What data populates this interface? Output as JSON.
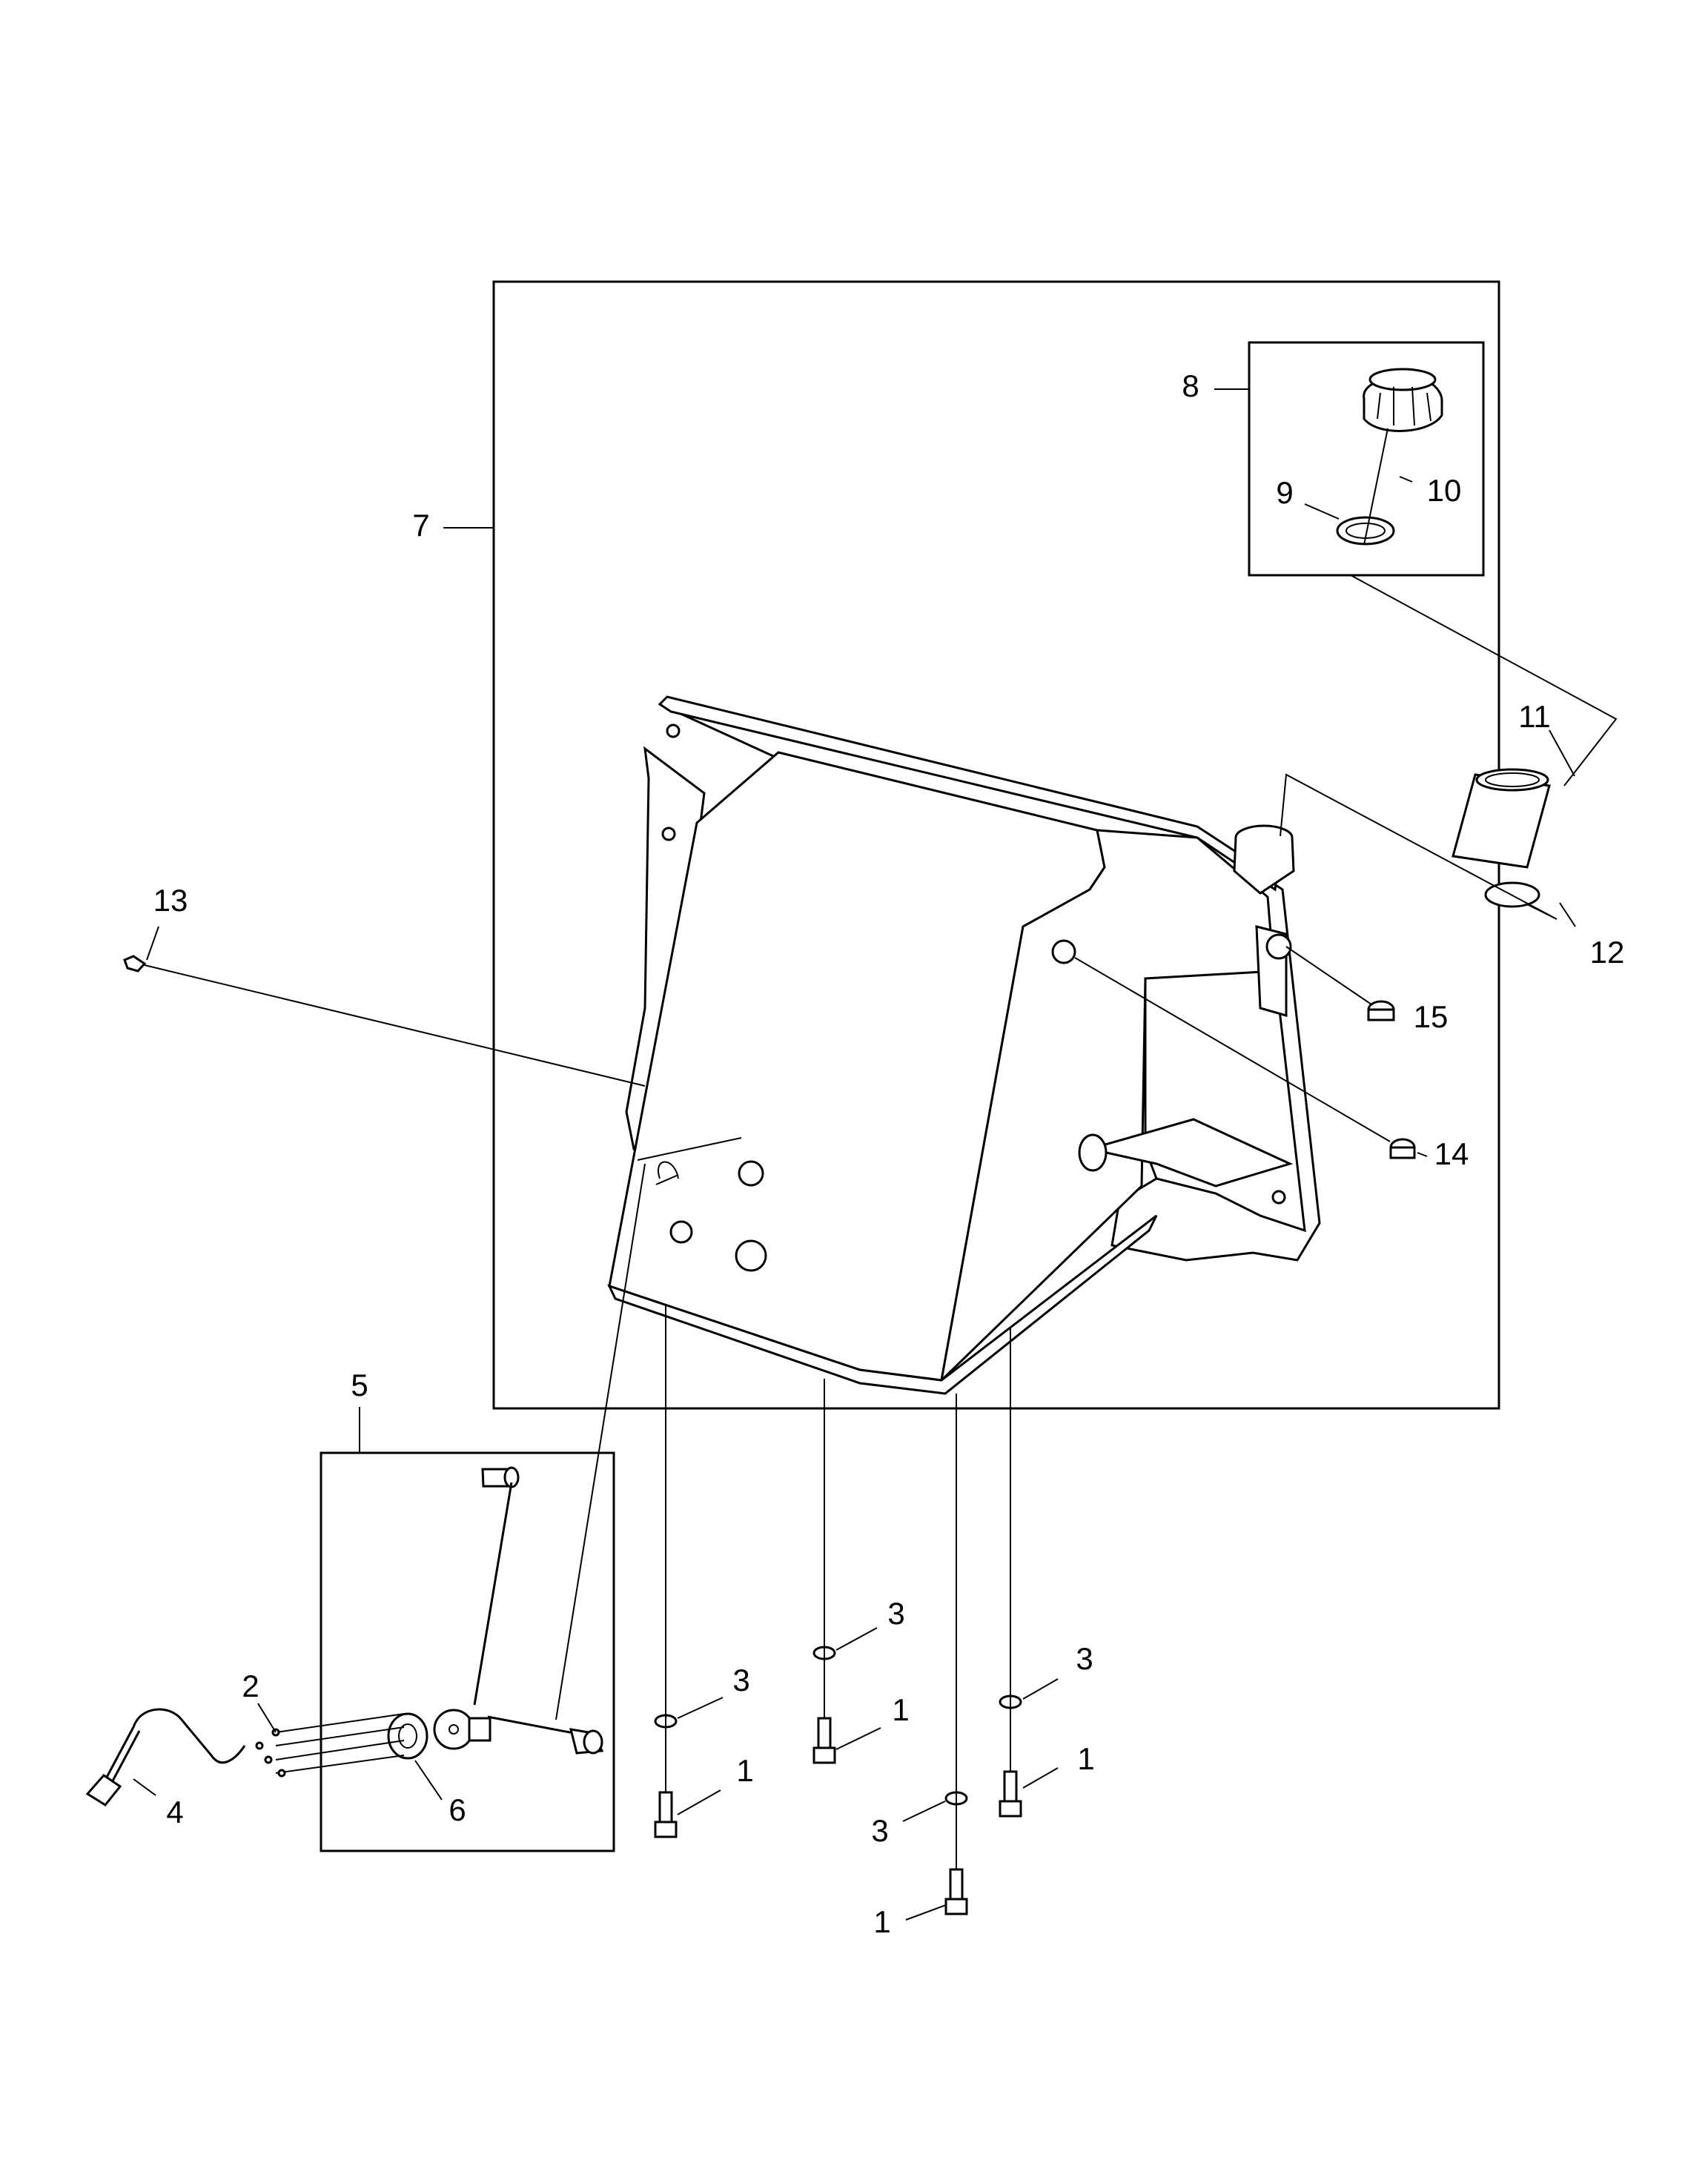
{
  "diagram": {
    "callouts": {
      "c1a": "1",
      "c1b": "1",
      "c1c": "1",
      "c1d": "1",
      "c2": "2",
      "c3a": "3",
      "c3b": "3",
      "c3c": "3",
      "c3d": "3",
      "c4": "4",
      "c5": "5",
      "c6": "6",
      "c7": "7",
      "c8": "8",
      "c9": "9",
      "c10": "10",
      "c11": "11",
      "c12": "12",
      "c13": "13",
      "c14": "14",
      "c15": "15"
    }
  }
}
